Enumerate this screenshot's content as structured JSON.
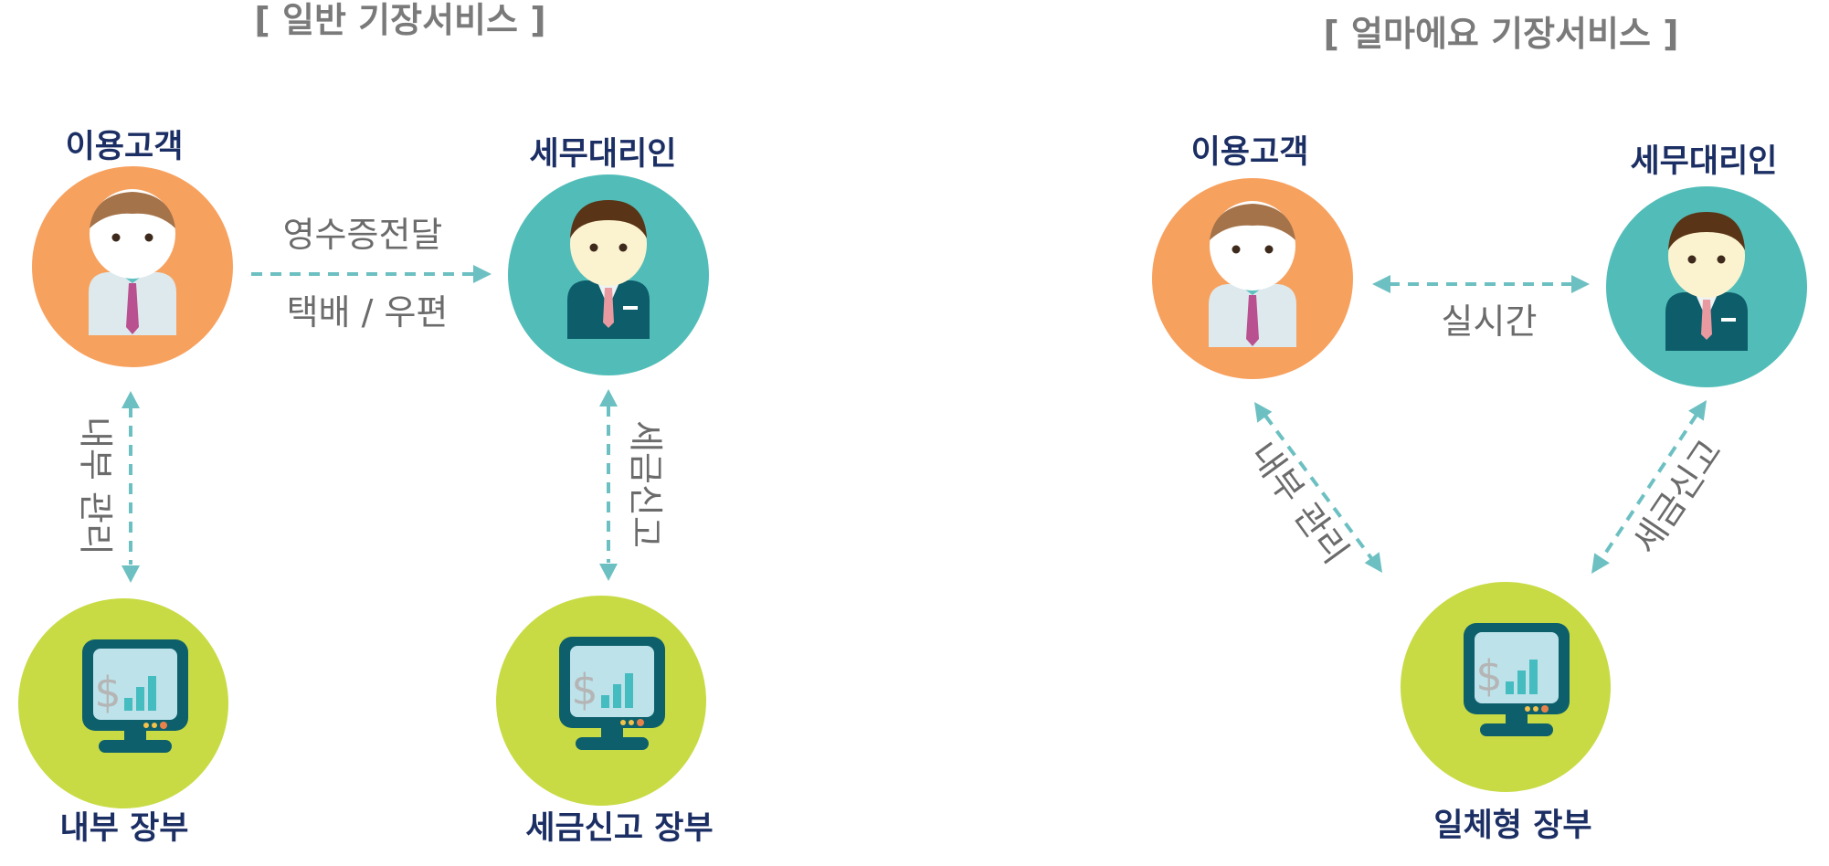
{
  "left_panel": {
    "title": "[ 일반 기장서비스 ]",
    "nodes": {
      "customer": "이용고객",
      "tax_agent": "세무대리인",
      "internal_ledger": "내부 장부",
      "tax_filing_ledger": "세금신고 장부"
    },
    "edges": {
      "customer_to_agent_top": "영수증전달",
      "customer_to_agent_bottom": "택배 / 우편",
      "customer_to_internal": "내부 관리",
      "agent_to_tax_ledger": "세금신고"
    }
  },
  "right_panel": {
    "title": "[ 얼마에요 기장서비스 ]",
    "nodes": {
      "customer": "이용고객",
      "tax_agent": "세무대리인",
      "integrated_ledger": "일체형 장부"
    },
    "edges": {
      "customer_agent": "실시간",
      "customer_ledger": "내부 관리",
      "agent_ledger": "세금신고"
    }
  },
  "colors": {
    "customer_circle": "#f7a15f",
    "agent_circle": "#52bdb8",
    "ledger_circle": "#c8db45",
    "edge": "#6dc0c2",
    "label": "#1c2f64"
  },
  "icons": {
    "customer": "person-icon",
    "agent": "person-in-suit-icon",
    "ledger": "monitor-dollar-chart-icon"
  }
}
